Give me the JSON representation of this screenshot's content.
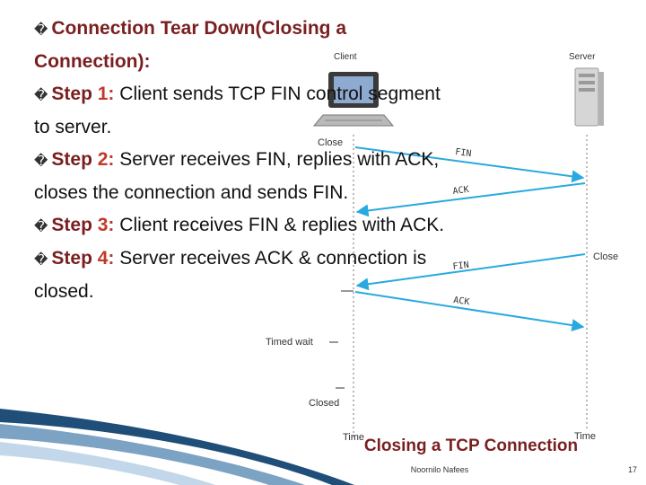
{
  "bullet_glyph": "�",
  "heading": "Connection Tear Down(Closing a Connection):",
  "steps": [
    {
      "label": "Step",
      "num": "1:",
      "text": "Client sends TCP FIN control segment to server."
    },
    {
      "label": "Step",
      "num": "2:",
      "text": "Server receives FIN, replies with ACK, closes the connection and sends FIN."
    },
    {
      "label": "Step",
      "num": "3:",
      "text": "Client receives FIN & replies with ACK."
    },
    {
      "label": "Step",
      "num": "4:",
      "text": "Server receives ACK & connection is closed."
    }
  ],
  "diagram": {
    "client_label": "Client",
    "server_label": "Server",
    "client_close": "Close",
    "server_close": "Close",
    "timed_wait": "Timed wait",
    "closed": "Closed",
    "time_left": "Time",
    "time_right": "Time",
    "messages": [
      "FIN",
      "ACK",
      "FIN",
      "ACK"
    ]
  },
  "caption": "Closing a TCP Connection",
  "footer": "Noornilo Nafees",
  "page_number": "17",
  "colors": {
    "heading": "#7a1f1f",
    "step_number": "#c0392b",
    "arrow": "#29a9df",
    "deco": "#1f4e79"
  }
}
